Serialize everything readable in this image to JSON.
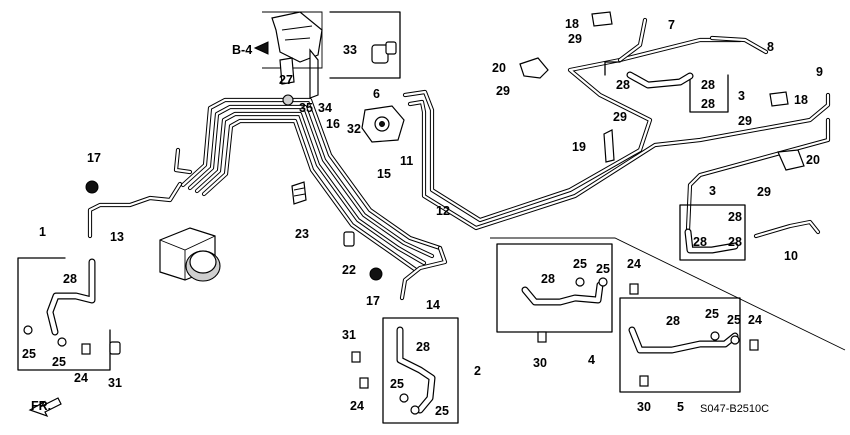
{
  "labels": {
    "b4": "B-4",
    "p1": "1",
    "p2": "2",
    "p3": "3",
    "p4": "4",
    "p5": "5",
    "p6": "6",
    "p7": "7",
    "p8": "8",
    "p9": "9",
    "p10": "10",
    "p11": "11",
    "p12": "12",
    "p13": "13",
    "p14": "14",
    "p15": "15",
    "p16": "16",
    "p17": "17",
    "p18": "18",
    "p19": "19",
    "p20": "20",
    "p22": "22",
    "p23": "23",
    "p24": "24",
    "p25": "25",
    "p27": "27",
    "p28": "28",
    "p29": "29",
    "p30": "30",
    "p31": "31",
    "p32": "32",
    "p33": "33",
    "p34": "34",
    "p35": "35",
    "fr": "FR.",
    "code": "S047-B2510C"
  }
}
